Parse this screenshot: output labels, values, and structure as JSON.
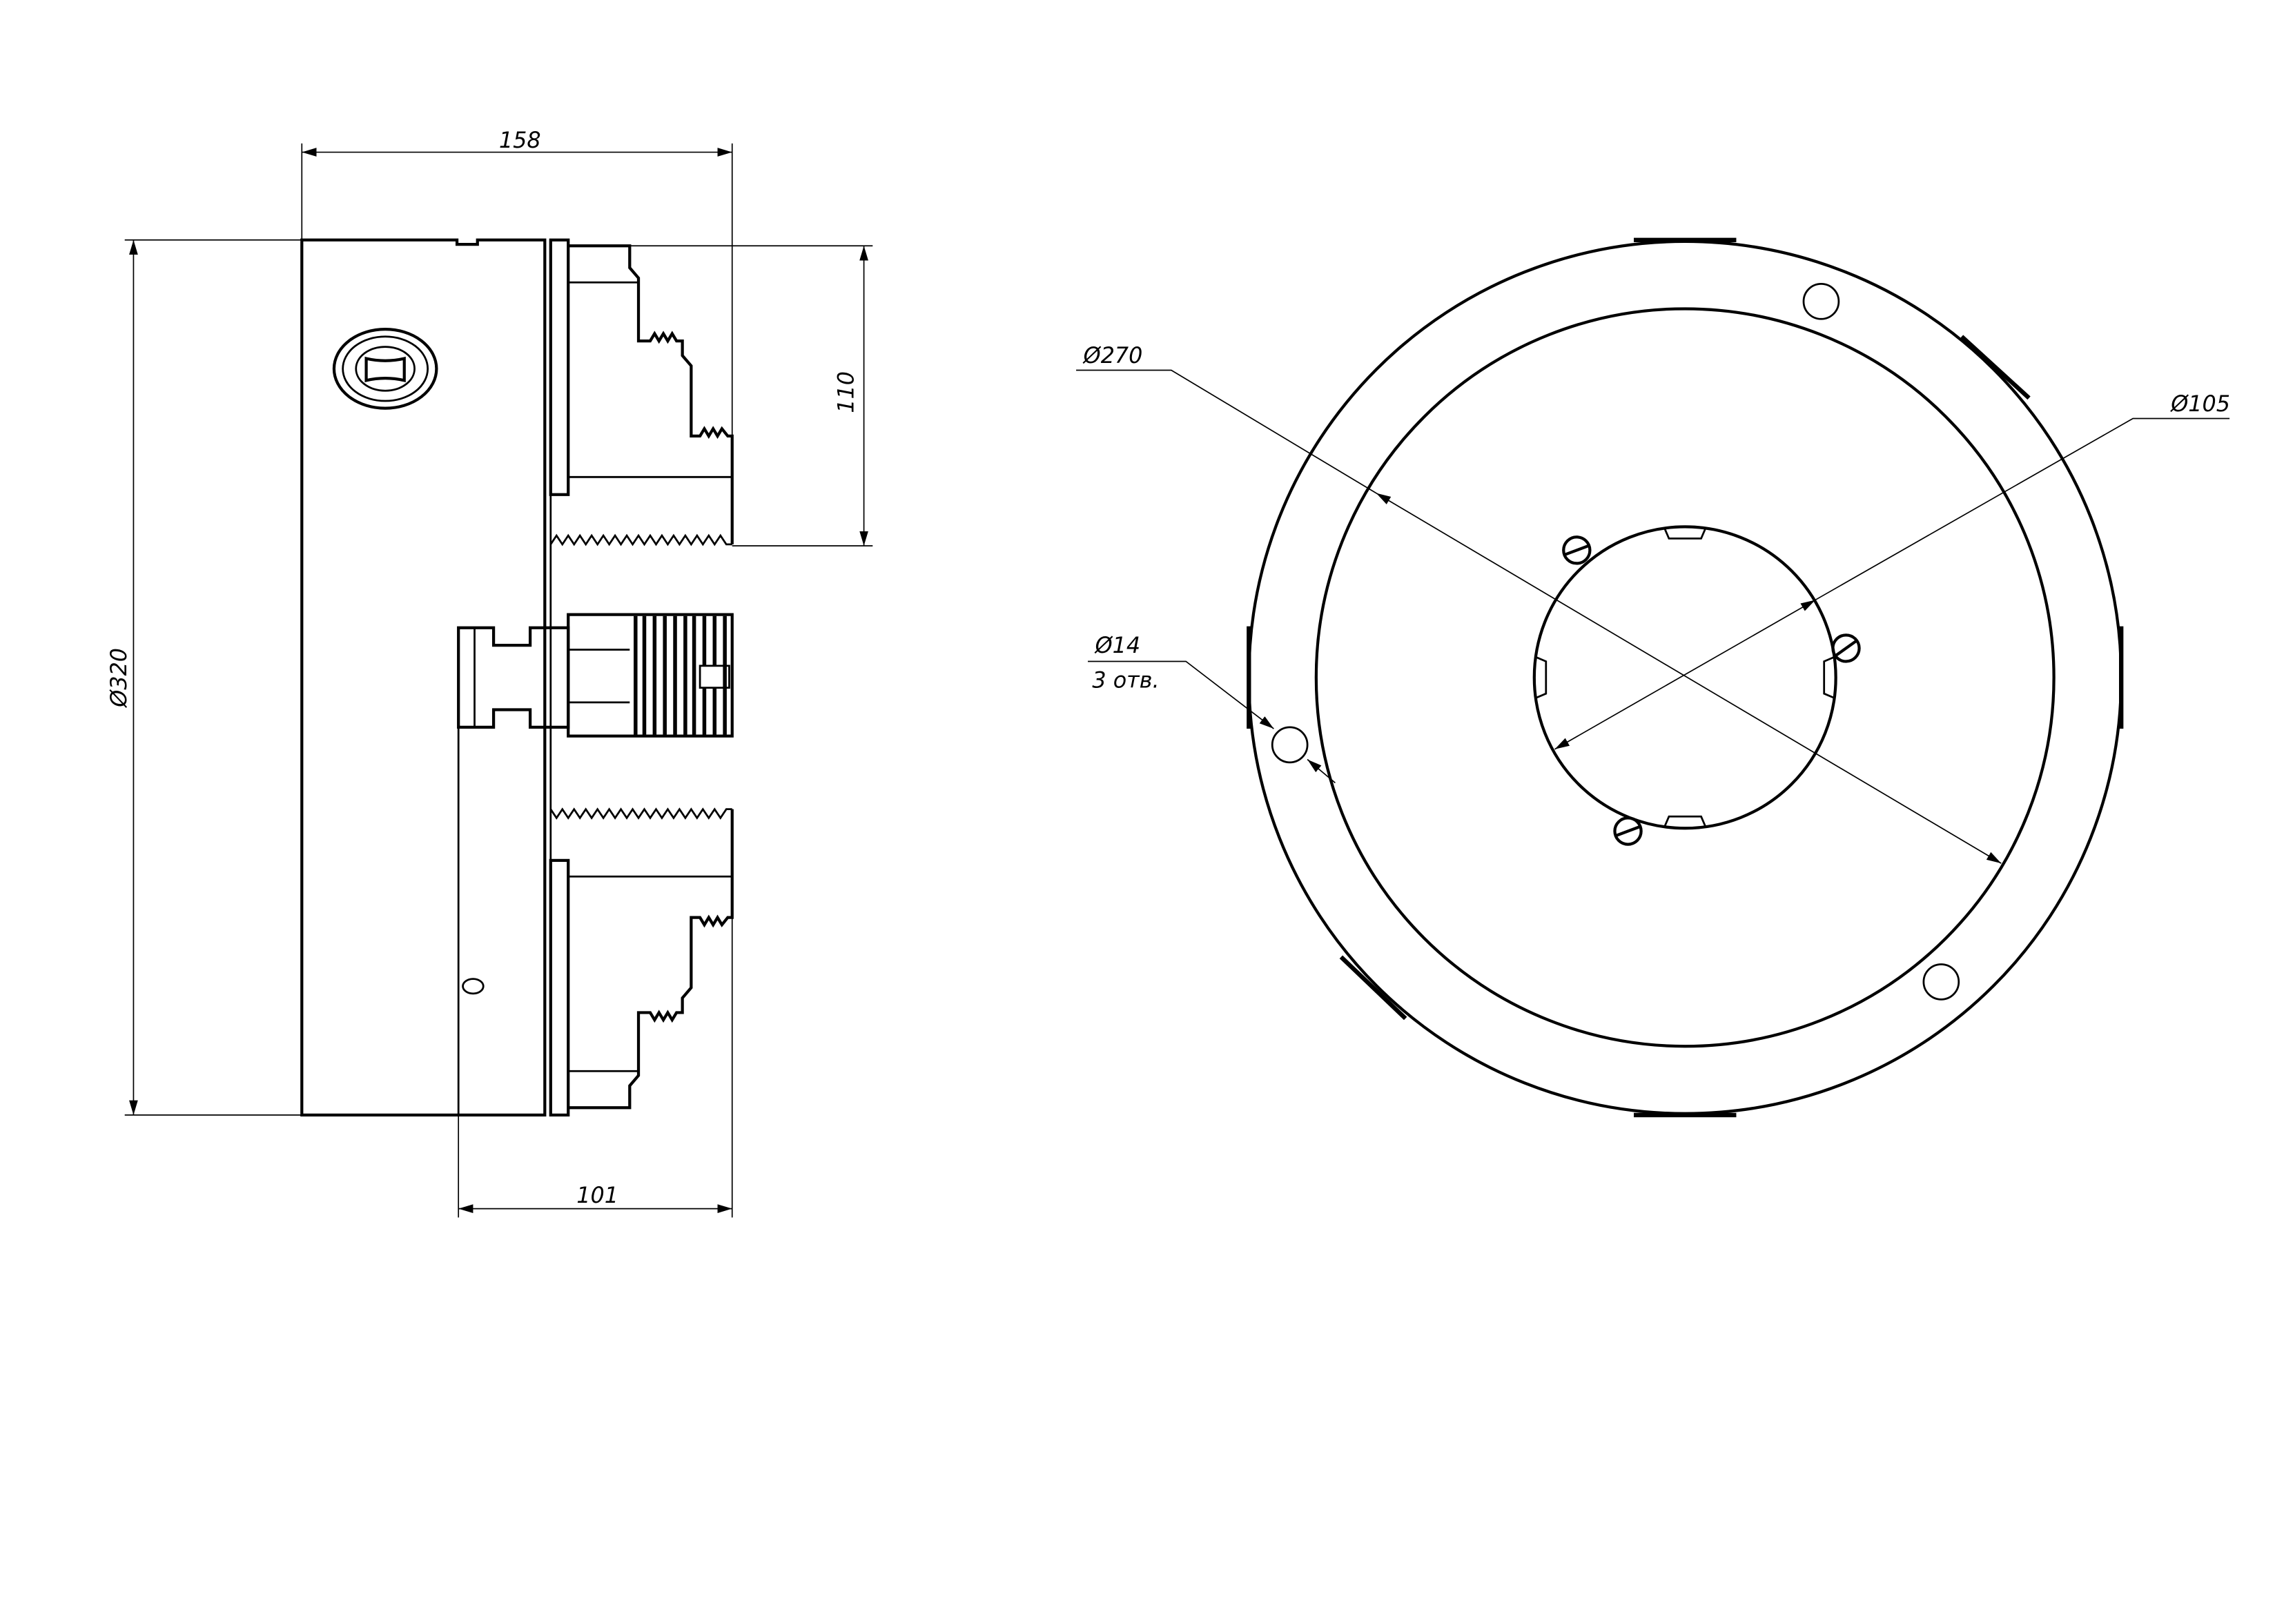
{
  "drawing": {
    "side_view": {
      "dim_total_length": "158",
      "dim_diameter": "Ø320",
      "dim_jaw_height": "110",
      "dim_body_length": "101"
    },
    "front_view": {
      "dim_mount_circle": "Ø270",
      "dim_bore": "Ø105",
      "dim_holes": "Ø14",
      "dim_holes_count": "3 отв."
    }
  }
}
